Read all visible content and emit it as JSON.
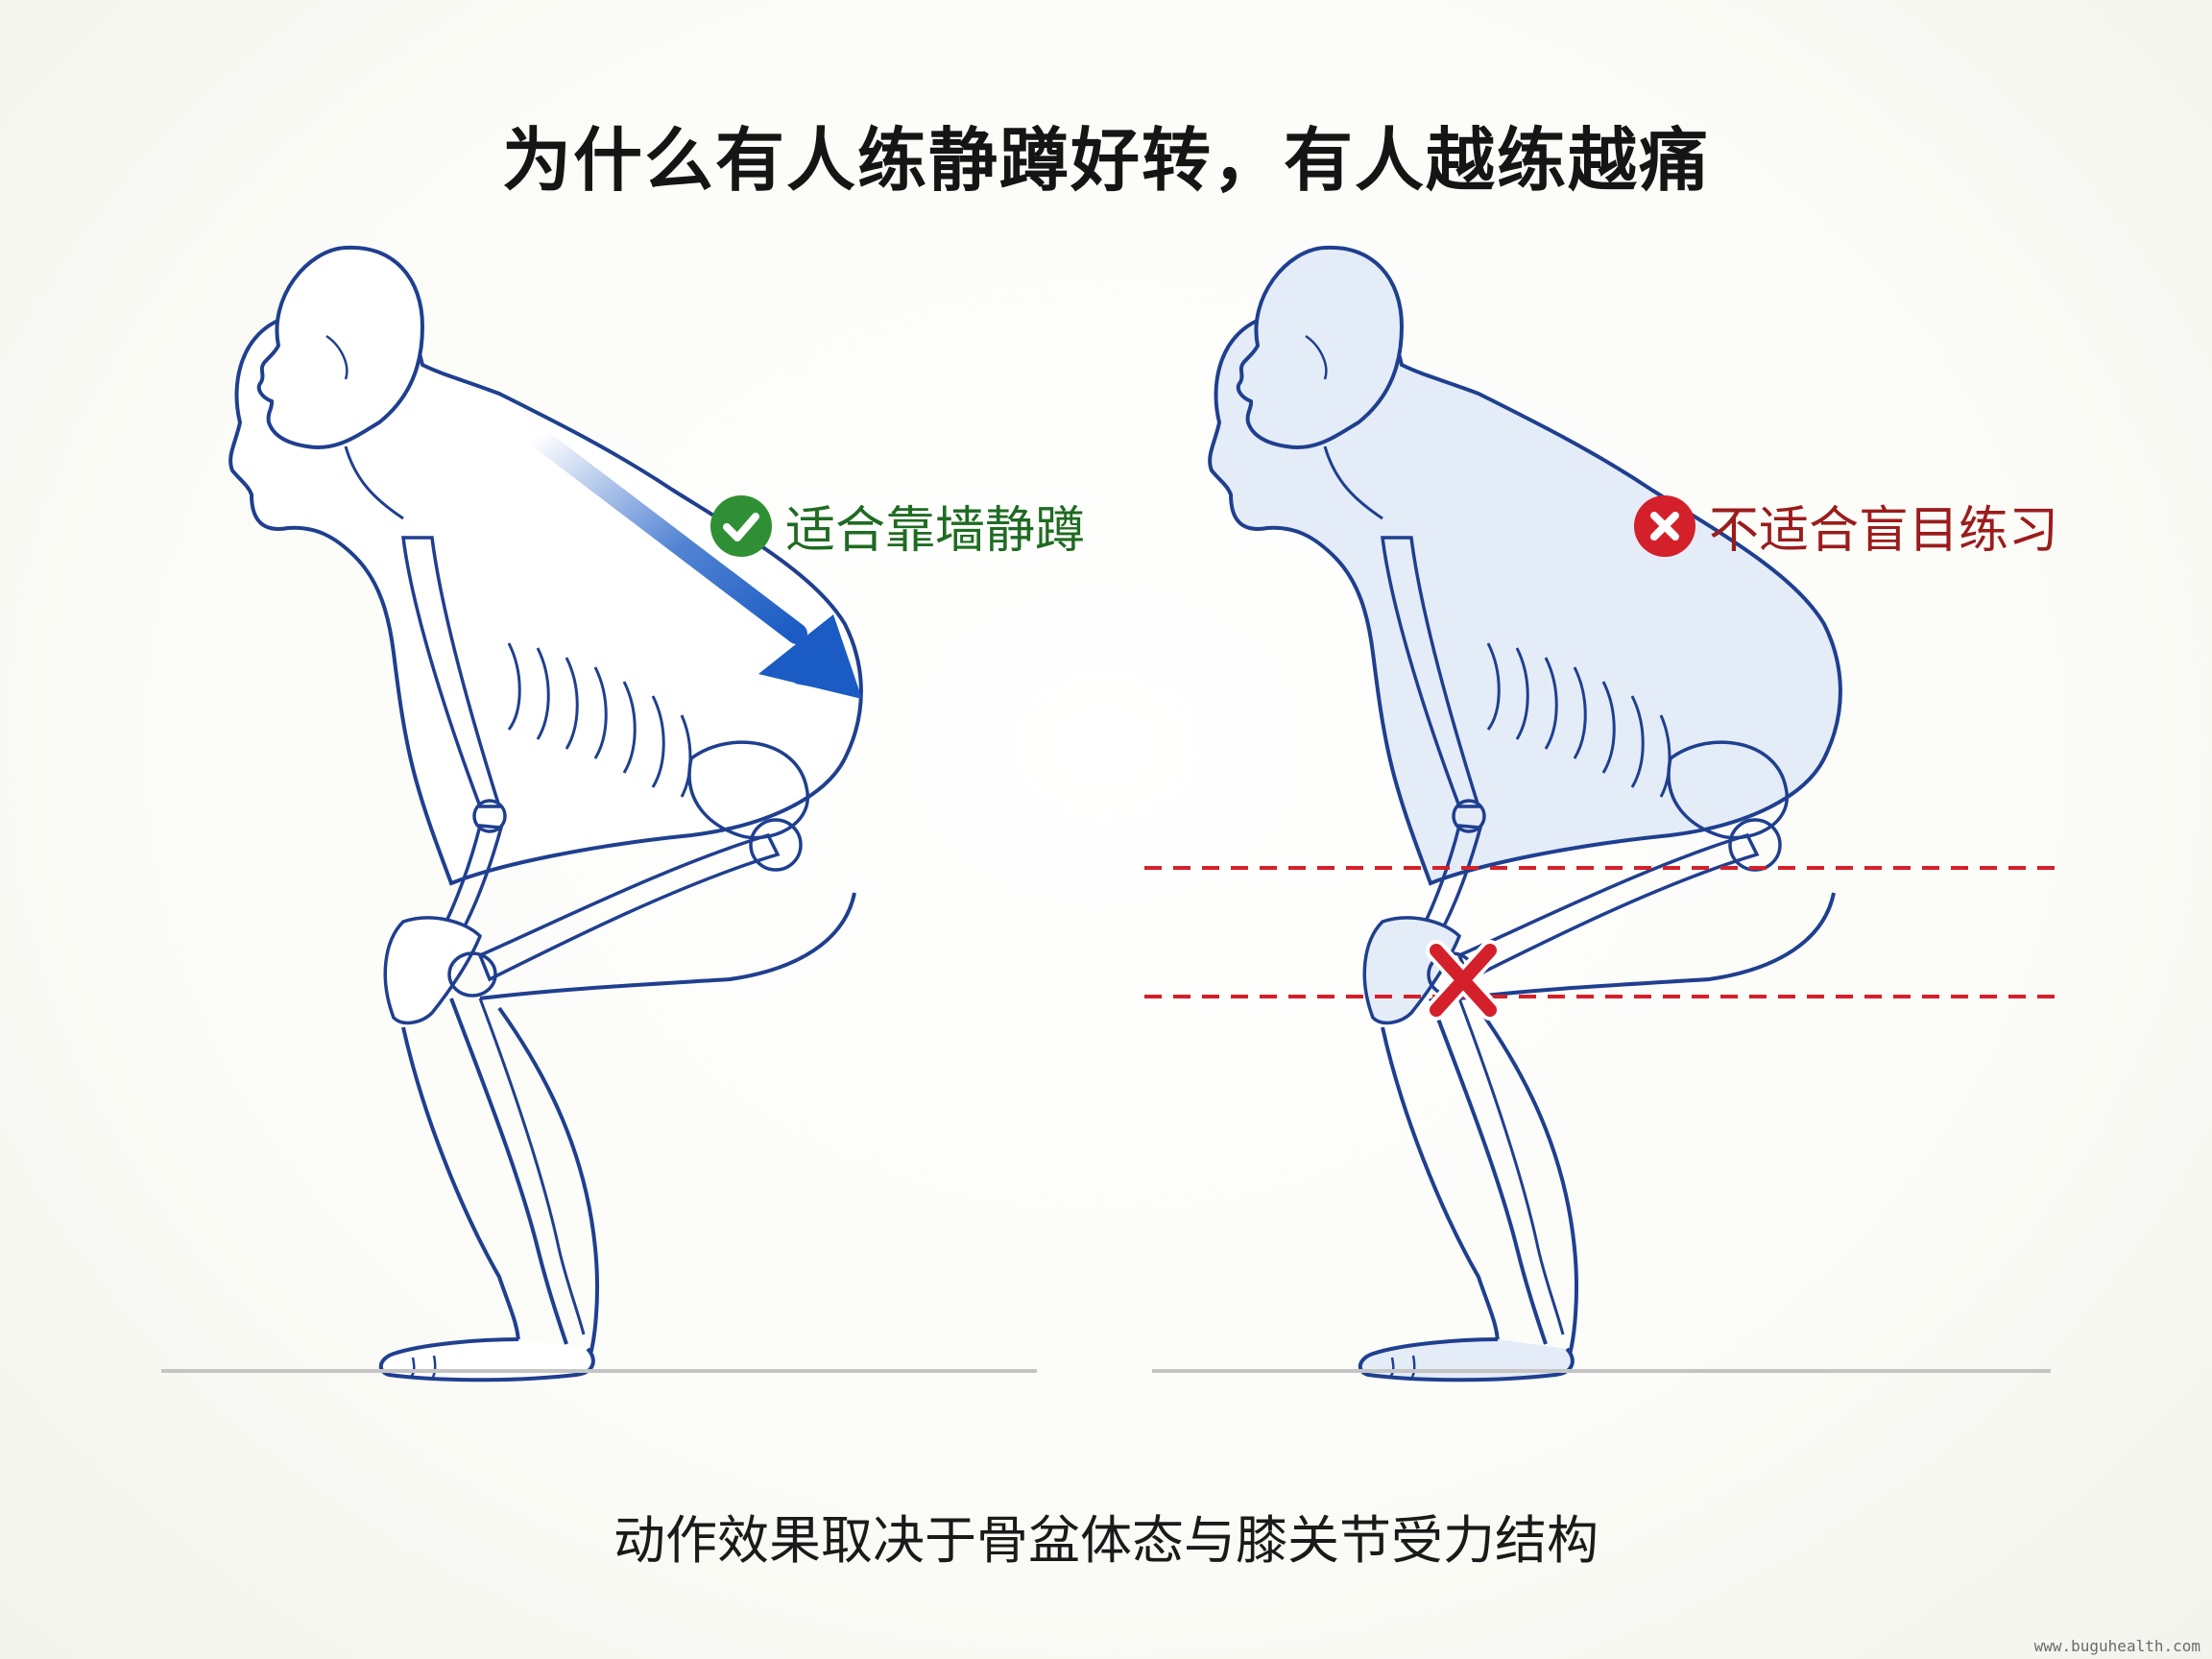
{
  "title": "为什么有人练静蹲好转，有人越练越痛",
  "labels": {
    "good": "适合靠墙静蹲",
    "bad": "不适合盲目练习"
  },
  "caption": "动作效果取决于骨盆体态与膝关节受力结构",
  "watermark": "www.buguhealth.com",
  "colors": {
    "figure_outline": "#1f3f8f",
    "figure_fill_right": "#e4ecf7",
    "arrow": "#1a5bc4",
    "good": "#2f8f34",
    "bad": "#d4202a",
    "ground": "#c4c4c4"
  },
  "icons": {
    "good_badge": "check-circle-icon",
    "bad_badge": "x-circle-icon",
    "knee_marker": "x-mark-icon",
    "direction_arrow": "arrow-down-right-icon"
  }
}
